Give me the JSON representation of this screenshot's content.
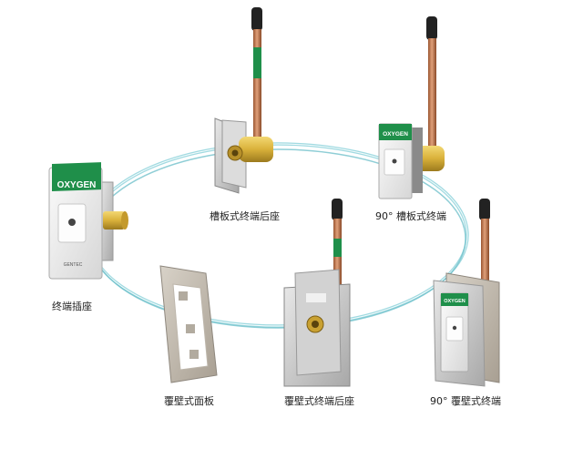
{
  "products": [
    {
      "id": "outlet-socket",
      "caption": "终端插座",
      "label": "OXYGEN",
      "brand": "GENTEC"
    },
    {
      "id": "channel-rear-base",
      "caption": "槽板式终端后座"
    },
    {
      "id": "channel-90-terminal",
      "caption": "90° 槽板式终端",
      "label": "OXYGEN"
    },
    {
      "id": "surface-face-plate",
      "caption": "覆壁式面板"
    },
    {
      "id": "surface-rear-base",
      "caption": "覆壁式终端后座"
    },
    {
      "id": "surface-90-terminal",
      "caption": "90° 覆壁式终端",
      "label": "OXYGEN"
    }
  ],
  "colors": {
    "oxygen_green": "#1f8f4a",
    "copper": "#c0764a",
    "brass": "#d9b13a",
    "steel": "#c9c9c9",
    "tube_cyan": "#7fd0d8"
  }
}
